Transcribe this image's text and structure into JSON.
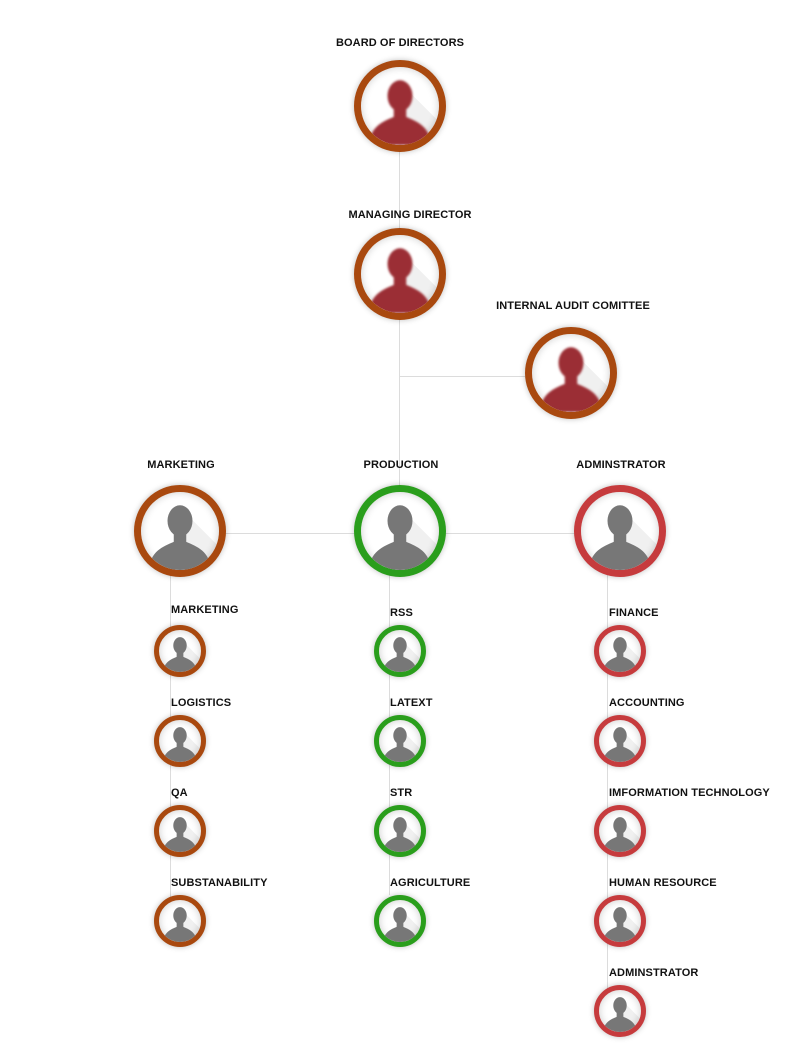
{
  "colors": {
    "brown": "#a9490f",
    "green": "#2a9e1c",
    "red": "#c63b3d",
    "exec_silhouette": "#9b2f34",
    "staff_silhouette": "#777777"
  },
  "executive": {
    "board": "BOARD OF DIRECTORS",
    "managing_director": "MANAGING DIRECTOR",
    "internal_audit": "INTERNAL AUDIT COMITTEE"
  },
  "departments": [
    {
      "label": "MARKETING",
      "color": "brown",
      "units": [
        "MARKETING",
        "LOGISTICS",
        "QA",
        "SUBSTANABILITY"
      ]
    },
    {
      "label": "PRODUCTION",
      "color": "green",
      "units": [
        "RSS",
        "LATEXT",
        "STR",
        "AGRICULTURE"
      ]
    },
    {
      "label": "ADMINSTRATOR",
      "color": "red",
      "units": [
        "FINANCE",
        "ACCOUNTING",
        "IMFORMATION TECHNOLOGY",
        "HUMAN RESOURCE",
        "ADMINSTRATOR"
      ]
    }
  ]
}
